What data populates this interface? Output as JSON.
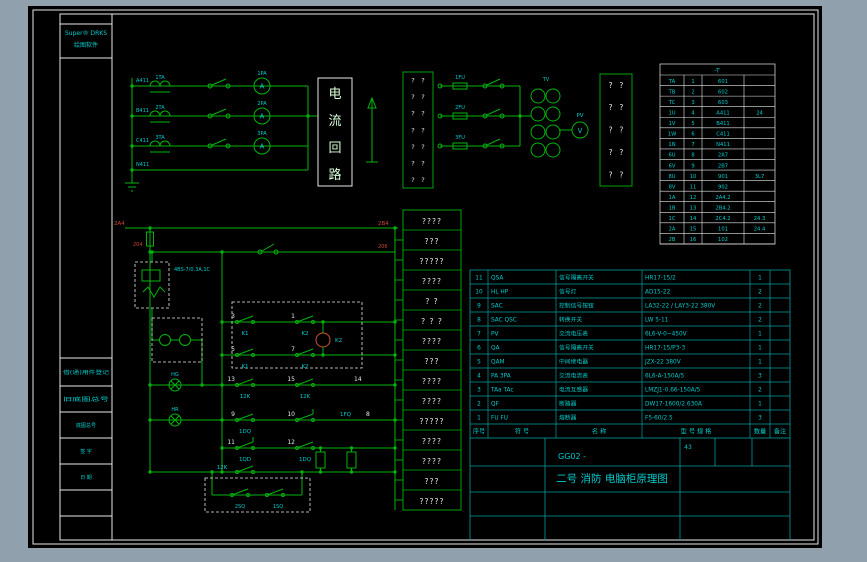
{
  "colors": {
    "bg": "#90a0ac",
    "green": "#00b40b",
    "cyan": "#00cccc",
    "white": "#e8e8e8",
    "red": "#cc4433",
    "table_cyan": "#009f9f",
    "pale_green": "#d8ffd8"
  },
  "left_strip": {
    "brand_line1": "Super® DRKS",
    "brand_line2": "绘图软件",
    "cells": [
      "借(通)用件登记",
      "旧底图总号",
      "底图总号",
      "签 字",
      "日 期"
    ]
  },
  "current_loop_box": {
    "chars": [
      "电",
      "流",
      "回",
      "路"
    ]
  },
  "top_left_circuit": {
    "meter_letter": "A"
  },
  "pt_circuit": {
    "meter_letter": "V"
  },
  "q_box_left": {
    "rows": [
      "? ?",
      "? ?",
      "? ?",
      "? ?",
      "? ?",
      "? ?",
      "? ?"
    ]
  },
  "q_box_right": {
    "rows": [
      "? ?",
      "? ?",
      "? ?",
      "? ?",
      "? ?"
    ]
  },
  "terminal_table": {
    "title": "-T",
    "rows": [
      [
        "TA",
        "1",
        "601",
        ""
      ],
      [
        "TB",
        "2",
        "602",
        ""
      ],
      [
        "TC",
        "3",
        "603",
        ""
      ],
      [
        "1U",
        "4",
        "A411",
        "24"
      ],
      [
        "1V",
        "5",
        "B411",
        ""
      ],
      [
        "1W",
        "6",
        "C411",
        ""
      ],
      [
        "1N",
        "7",
        "N411",
        ""
      ],
      [
        "6U",
        "8",
        "2A7",
        ""
      ],
      [
        "6V",
        "9",
        "2B7",
        ""
      ],
      [
        "8U",
        "10",
        "901",
        "3L7"
      ],
      [
        "8V",
        "11",
        "902",
        ""
      ],
      [
        "1A",
        "12",
        "2A4.2",
        ""
      ],
      [
        "1B",
        "13",
        "2B4.2",
        ""
      ],
      [
        "1C",
        "14",
        "2C4.2",
        "24.3"
      ],
      [
        "2A",
        "15",
        "101",
        "24.4"
      ],
      [
        "2B",
        "16",
        "102",
        ""
      ]
    ]
  },
  "label_column": {
    "rows": [
      "????",
      "???",
      "?????",
      "????",
      "? ?",
      "? ? ?",
      "????",
      "???",
      "????",
      "????",
      "?????",
      "????",
      "????",
      "???",
      "?????"
    ]
  },
  "labels": {
    "texts": [
      "A411",
      "B411",
      "C411",
      "N411",
      "1TA",
      "2TA",
      "3TA",
      "1PA",
      "2PA",
      "3PA",
      "1FU",
      "2FU",
      "3FU",
      "TV",
      "PV",
      "4BS-7/0.3A,1C",
      "2A4",
      "204",
      "2B4",
      "206",
      "3",
      "1",
      "5",
      "7",
      "13",
      "15",
      "14",
      "9",
      "10",
      "8",
      "11",
      "12",
      "K1",
      "K2",
      "K1",
      "K2",
      "12K",
      "12K",
      "1DQ",
      "1FQ",
      "1QD",
      "1DQ",
      "12K",
      "K2",
      "HG",
      "HR",
      "2SQ",
      "1SQ"
    ]
  },
  "parts_table": {
    "headers": [
      "序号",
      "符 号",
      "名 称",
      "型 号 规 格",
      "数量",
      "备注"
    ],
    "rows": [
      [
        "11",
        "QSA",
        "信号隔离开关",
        "HR17-15/2",
        "1",
        ""
      ],
      [
        "10",
        "HL HP",
        "信号灯",
        "AD15-22",
        "2",
        ""
      ],
      [
        "9",
        "SAC",
        "控制信号按钮",
        "LA32-22 / LAY3-22 380V",
        "2",
        ""
      ],
      [
        "8",
        "SAC QSC",
        "转换开关",
        "LW 5-11",
        "2",
        ""
      ],
      [
        "7",
        "PV",
        "交流电压表",
        "6L6-V-0~450V",
        "1",
        ""
      ],
      [
        "6",
        "QA",
        "信号隔离开关",
        "HR17-15/P3-3",
        "1",
        ""
      ],
      [
        "5",
        "QAM",
        "中间继电器",
        "JZX-22 380V",
        "1",
        ""
      ],
      [
        "4",
        "PA 3PA",
        "交流电流表",
        "6L6-A-150A/5",
        "3",
        ""
      ],
      [
        "3",
        "TAa TAc",
        "电流互感器",
        "LMZJ1-0.66-150A/5",
        "2",
        ""
      ],
      [
        "2",
        "QF",
        "断路器",
        "DW17-1600/2 630A",
        "1",
        ""
      ],
      [
        "1",
        "FU FU",
        "熔断器",
        "F5-60/2.5",
        "3",
        ""
      ]
    ]
  },
  "title_block": {
    "code": "GG02 -",
    "title": "二号 消防 电脑柜原理图",
    "sheet": "43"
  }
}
